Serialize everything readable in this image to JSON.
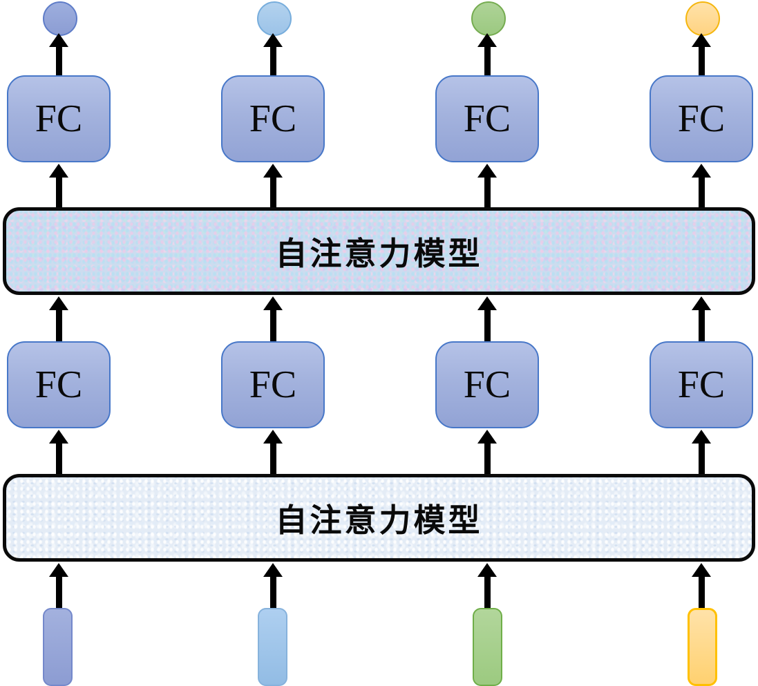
{
  "diagram": {
    "fc_label": "FC",
    "self_attention_label_upper": "自注意力模型",
    "self_attention_label_lower": "自注意力模型",
    "columns": [
      {
        "token_color_name": "blue"
      },
      {
        "token_color_name": "light-blue"
      },
      {
        "token_color_name": "green"
      },
      {
        "token_color_name": "yellow"
      }
    ]
  },
  "colors": {
    "arrow": "#000000",
    "attention_box_border": "#0a0a0a",
    "attention_upper_fill_base": "#ccdcef",
    "attention_lower_fill_base": "#e4ecf6",
    "fc_fill_top": "#b5c2e7",
    "fc_fill_bottom": "#92a3d5",
    "fc_border": "#4777c8",
    "token_blue_fill": "#92a2d8",
    "token_blue_border": "#5e7cc8",
    "token_lightblue_fill": "#a6c9ea",
    "token_lightblue_border": "#86b2dc",
    "token_green_fill": "#a5ce8c",
    "token_green_border": "#70ad47",
    "token_yellow_fill": "#ffd788",
    "token_yellow_border": "#ffc000"
  }
}
